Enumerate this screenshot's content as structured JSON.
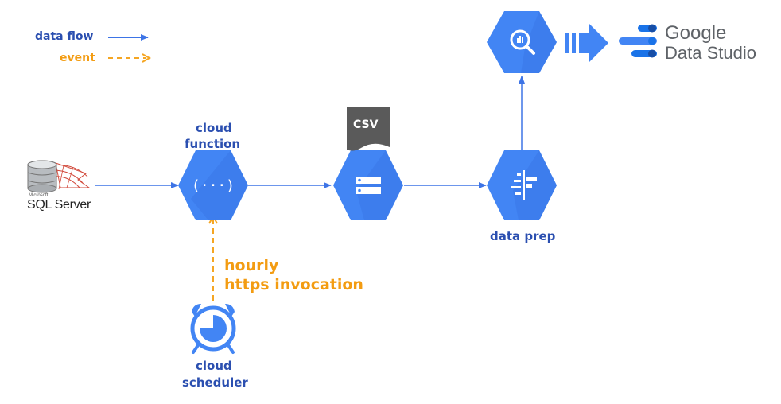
{
  "legend": {
    "data_flow": "data flow",
    "event": "event"
  },
  "nodes": {
    "sql_server": {
      "brand": "Microsoft",
      "label": "SQL Server"
    },
    "cloud_function": {
      "label_line1": "cloud",
      "label_line2": "function"
    },
    "storage": {
      "badge": "CSV"
    },
    "data_prep": {
      "label": "data prep"
    },
    "bigquery": {},
    "data_studio": {
      "line1": "Google",
      "line2": "Data Studio"
    },
    "cloud_scheduler": {
      "label_line1": "cloud",
      "label_line2": "scheduler"
    }
  },
  "event_label": {
    "line1": "hourly",
    "line2": "https invocation"
  },
  "colors": {
    "flow": "#3d74e6",
    "event": "#f5a623",
    "hex": "#4285f4",
    "label_blue": "#2b4fb0",
    "label_orange": "#f39c12"
  }
}
